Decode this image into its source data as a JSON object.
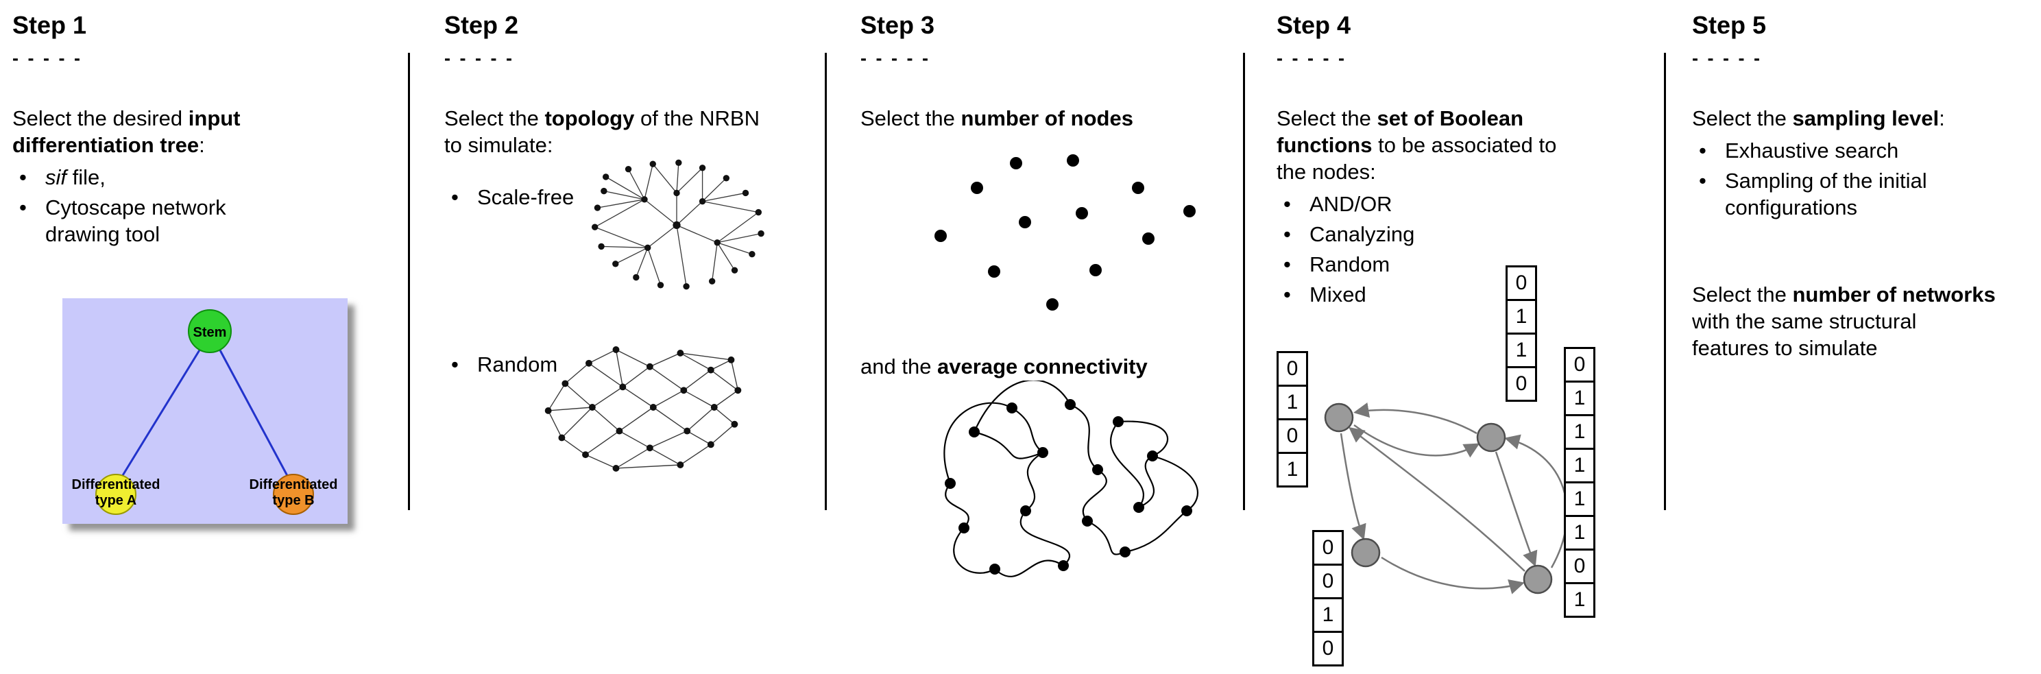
{
  "steps": {
    "step1": {
      "title": "Step 1",
      "dashes": "- - - - -",
      "intro_pre": "Select the desired ",
      "intro_bold": "input differentiation tree",
      "intro_post": ":",
      "bullets": {
        "sif_italic": "sif",
        "sif_rest": " file,",
        "cytoscape": "Cytoscape network drawing tool"
      },
      "tree": {
        "bg_color": "#c9c9fb",
        "edge_color": "#2233cc",
        "root_label": "Stem",
        "root_color": "#2ed12e",
        "left_line1": "Differentiated",
        "left_line2": "type A",
        "left_color": "#f0ee30",
        "right_line1": "Differentiated",
        "right_line2": "type B",
        "right_color": "#f0922b"
      }
    },
    "step2": {
      "title": "Step 2",
      "dashes": "- - - - -",
      "intro_pre": "Select the ",
      "intro_bold": "topology",
      "intro_post": " of the NRBN to simulate:",
      "bullets": {
        "scale_free": "Scale-free",
        "random": "Random"
      }
    },
    "step3": {
      "title": "Step 3",
      "dashes": "- - - - -",
      "line1_pre": "Select the ",
      "line1_bold": "number of nodes",
      "line2_pre": "and the ",
      "line2_bold": "average connectivity"
    },
    "step4": {
      "title": "Step 4",
      "dashes": "- - - - -",
      "intro_pre": "Select the ",
      "intro_bold": "set of Boolean functions",
      "intro_post": " to be associated to the nodes:",
      "bullets": {
        "and_or": "AND/OR",
        "canalyzing": "Canalyzing",
        "random": "Random",
        "mixed": "Mixed"
      },
      "node_color": "#9a9a9a",
      "arrow_color": "#777777",
      "tables": {
        "top": [
          "0",
          "1",
          "1",
          "0"
        ],
        "left": [
          "0",
          "1",
          "0",
          "1"
        ],
        "bottom_left": [
          "0",
          "0",
          "1",
          "0"
        ],
        "right": [
          "0",
          "1",
          "1",
          "1",
          "1",
          "1",
          "0",
          "1"
        ]
      }
    },
    "step5": {
      "title": "Step 5",
      "dashes": "- - - - -",
      "intro_pre": "Select the ",
      "intro_bold": "sampling level",
      "intro_post": ":",
      "bullets": {
        "exhaustive": "Exhaustive search",
        "sampling": "Sampling of the initial configurations"
      },
      "second_pre": "Select the ",
      "second_bold": "number of networks",
      "second_post": " with the same structural features to simulate"
    }
  }
}
